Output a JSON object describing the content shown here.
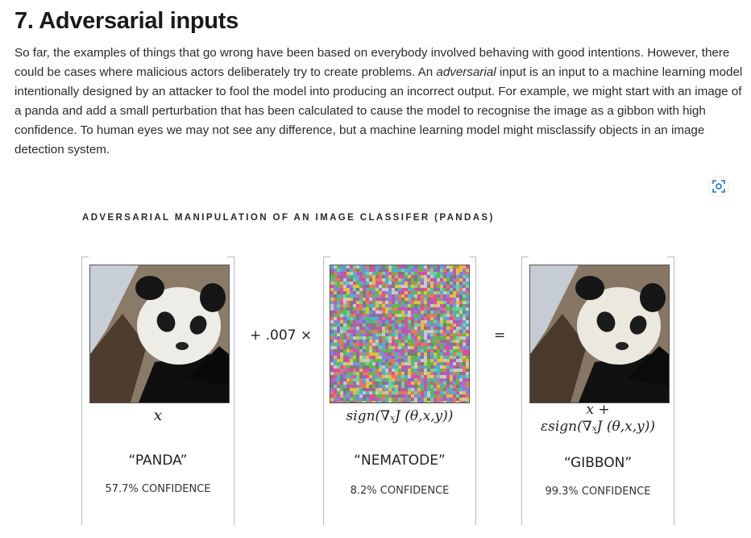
{
  "heading": "7. Adversarial inputs",
  "paragraph": {
    "part1": "So far, the examples of things that go wrong have been based on everybody involved behaving with good intentions. However, there could be cases where malicious actors deliberately try to create problems. An ",
    "emphasis": "adversarial",
    "part2": " input is an input to a machine learning model intentionally designed by an attacker to fool the model into producing an incorrect output.  For example, we might start with an image of a panda and add a small perturbation that has been calculated to cause the model to recognise the image as a gibbon with high confidence. To human eyes we may not see any difference, but a machine learning model might misclassify objects in an image detection system."
  },
  "figure": {
    "title": "ADVERSARIAL MANIPULATION OF AN IMAGE CLASSIFER (PANDAS)",
    "operator_plus": "+ .007 ×",
    "operator_equals": "=",
    "panels": [
      {
        "math": "x",
        "label": "“PANDA”",
        "confidence": "57.7% CONFIDENCE"
      },
      {
        "math": "sign(∇ₓJ (θ,x,y))",
        "label": "“NEMATODE”",
        "confidence": "8.2% CONFIDENCE"
      },
      {
        "math_line1": "x +",
        "math_line2": "εsign(∇ₓJ (θ,x,y))",
        "label": "“GIBBON”",
        "confidence": "99.3% CONFIDENCE"
      }
    ]
  },
  "icons": {
    "expand": "expand-image-icon"
  },
  "colors": {
    "accent": "#1a73b8"
  }
}
